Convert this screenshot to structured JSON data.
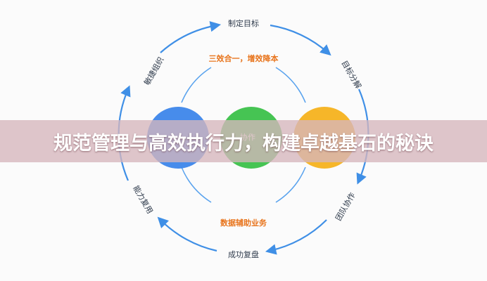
{
  "banner": {
    "title": "规范管理与高效执行力，构建卓越基石的秘诀"
  },
  "diagram": {
    "outer_nodes": {
      "top": "制定目标",
      "top_right": "目标分解",
      "bottom_right": "团队协作",
      "bottom": "成功复盘",
      "bottom_left": "能力复用",
      "top_left": "敏捷组织"
    },
    "inner_top": "三效合一，增效降本",
    "inner_bottom": "数据辅助业务",
    "center_fragment": "协作",
    "colors": {
      "ring": "#3f8fe6",
      "accent_text": "#e8741c",
      "circle_left": "#3d86ea",
      "circle_center": "#3cc14a",
      "circle_right": "#f5b21e"
    }
  }
}
